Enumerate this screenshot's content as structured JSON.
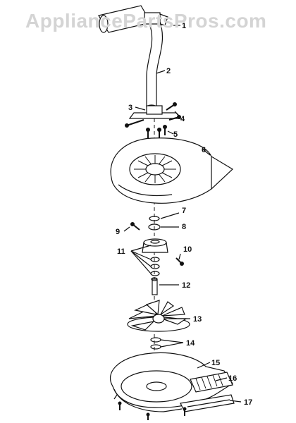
{
  "watermark": "AppliancePartsPros.com",
  "callouts": [
    {
      "id": "1",
      "label": "1"
    },
    {
      "id": "2",
      "label": "2"
    },
    {
      "id": "3",
      "label": "3"
    },
    {
      "id": "4",
      "label": "4"
    },
    {
      "id": "5",
      "label": "5"
    },
    {
      "id": "6",
      "label": "6"
    },
    {
      "id": "7",
      "label": "7"
    },
    {
      "id": "8",
      "label": "8"
    },
    {
      "id": "9",
      "label": "9"
    },
    {
      "id": "10",
      "label": "10"
    },
    {
      "id": "11",
      "label": "11"
    },
    {
      "id": "12",
      "label": "12"
    },
    {
      "id": "13",
      "label": "13"
    },
    {
      "id": "14",
      "label": "14"
    },
    {
      "id": "15",
      "label": "15"
    },
    {
      "id": "16",
      "label": "16"
    },
    {
      "id": "17",
      "label": "17"
    }
  ]
}
